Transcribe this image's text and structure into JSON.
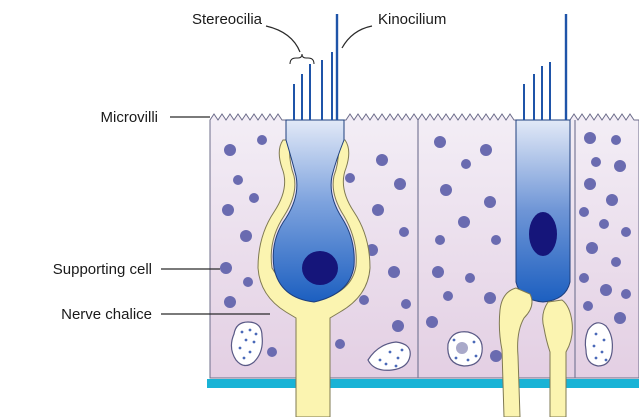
{
  "diagram": {
    "labels": {
      "stereocilia": "Stereocilia",
      "kinocilium": "Kinocilium",
      "microvilli": "Microvilli",
      "supporting_cell": "Supporting cell",
      "nerve_chalice": "Nerve chalice"
    },
    "colors": {
      "tissue_top": "#f3eef6",
      "tissue_bottom": "#e3cfe3",
      "granule": "#6a6bb0",
      "hair_cell_top": "#dfe7f6",
      "hair_cell_bottom": "#1c5fc0",
      "nucleus": "#15157a",
      "nerve": "#fbf4b0",
      "basement_membrane": "#19b3d6",
      "cilia": "#1f54a8",
      "leader": "#2a2a2a"
    }
  }
}
